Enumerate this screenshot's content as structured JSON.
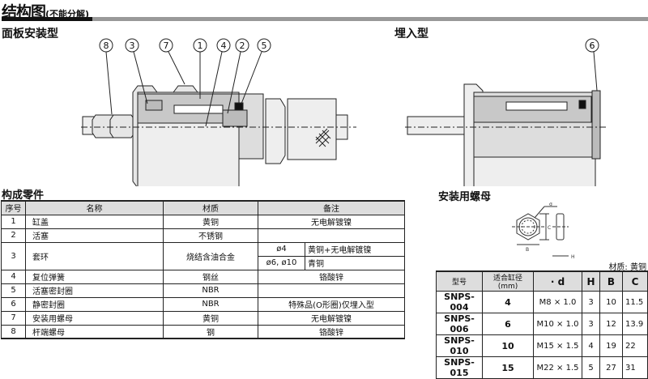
{
  "header": {
    "title": "结构图",
    "subtitle": "(不能分解)"
  },
  "left_diagram": {
    "title": "面板安装型",
    "callouts": [
      "8",
      "3",
      "7",
      "1",
      "4",
      "2",
      "5"
    ]
  },
  "right_diagram": {
    "title": "埋入型",
    "callouts": [
      "6"
    ]
  },
  "parts": {
    "title": "构成零件",
    "headers": [
      "序号",
      "名称",
      "材质",
      "备注"
    ],
    "rows": [
      {
        "no": "1",
        "name": "缸盖",
        "material": "黄铜",
        "note": "无电解镀镍"
      },
      {
        "no": "2",
        "name": "活塞",
        "material": "不锈钢",
        "note": ""
      },
      {
        "no": "3",
        "name": "套环",
        "material": "烧结含油合金",
        "sub": [
          {
            "size": "ø4",
            "note": "黄铜+无电解镀镍"
          },
          {
            "size": "ø6, ø10",
            "note": "青铜"
          }
        ]
      },
      {
        "no": "4",
        "name": "复位弹簧",
        "material": "钢丝",
        "note": "铬酸锌"
      },
      {
        "no": "5",
        "name": "活塞密封圈",
        "material": "NBR",
        "note": ""
      },
      {
        "no": "6",
        "name": "静密封圈",
        "material": "NBR",
        "note": "特殊品(O形圈)仅埋入型"
      },
      {
        "no": "7",
        "name": "安装用螺母",
        "material": "黄铜",
        "note": "无电解镀镍"
      },
      {
        "no": "8",
        "name": "杆端螺母",
        "material": "钢",
        "note": "铬酸锌"
      }
    ]
  },
  "nut": {
    "title": "安装用螺母",
    "drawing_labels": {
      "d": "d",
      "c": "C",
      "b": "B",
      "h": "H"
    },
    "material_note": "材质: 黄铜",
    "headers": [
      "型号",
      "适合缸径(mm)",
      "· d",
      "H",
      "B",
      "C"
    ],
    "rows": [
      [
        "SNPS-004",
        "4",
        "M8 × 1.0",
        "3",
        "10",
        "11.5"
      ],
      [
        "SNPS-006",
        "6",
        "M10 × 1.0",
        "3",
        "12",
        "13.9"
      ],
      [
        "SNPS-010",
        "10",
        "M15 × 1.5",
        "4",
        "19",
        "22"
      ],
      [
        "SNPS-015",
        "15",
        "M22 × 1.5",
        "5",
        "27",
        "31"
      ]
    ]
  }
}
